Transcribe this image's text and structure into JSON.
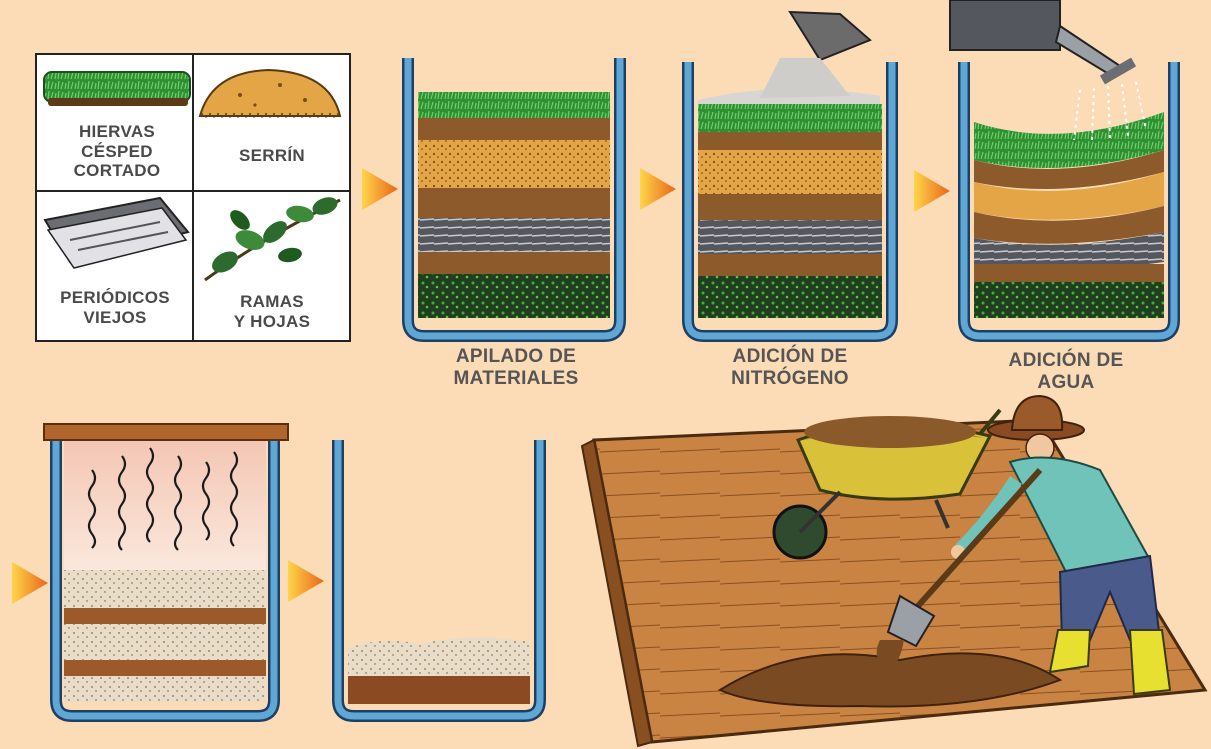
{
  "materials": {
    "grass_line1": "HIERVAS",
    "grass_line2": "CÉSPED",
    "grass_line3": "CORTADO",
    "sawdust": "SERRÍN",
    "newspapers_line1": "PERIÓDICOS",
    "newspapers_line2": "VIEJOS",
    "branches_line1": "RAMAS",
    "branches_line2": "Y HOJAS"
  },
  "steps": [
    {
      "line1": "APILADO DE",
      "line2": "MATERIALES"
    },
    {
      "line1": "ADICIÓN DE",
      "line2": "NITRÓGENO"
    },
    {
      "line1": "ADICIÓN DE",
      "line2": "AGUA"
    }
  ],
  "colors": {
    "background": "#fcdcb7",
    "container": "#5fa8d6",
    "arrow": "#f08a1c",
    "grass": "#3a9a3a",
    "sawdust": "#e3a545",
    "soil": "#8c5a2b",
    "newspaper": "#6d6d72",
    "leaves": "#2d6a2d",
    "board": "#c47a3c"
  },
  "icons": {
    "arrows": "orange-triangle-arrow",
    "containers": "compost-bin-icon",
    "scene": "farmer-with-wheelbarrow-and-shovel"
  }
}
